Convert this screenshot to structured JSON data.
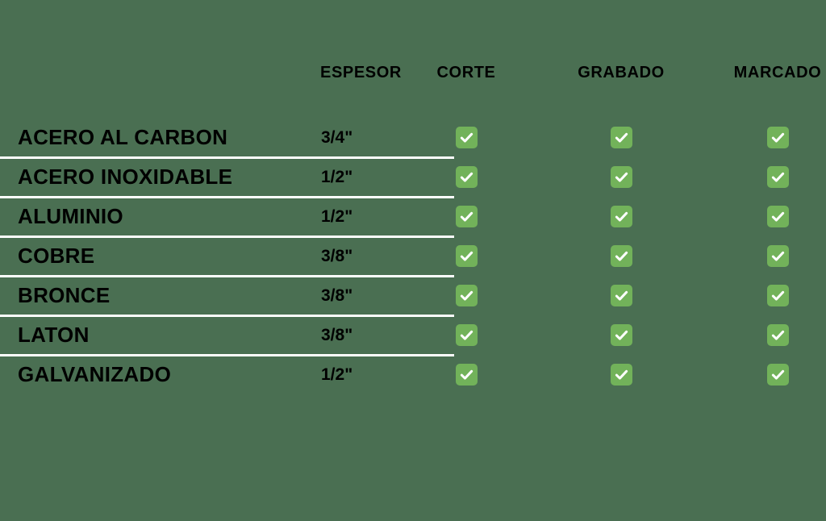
{
  "colors": {
    "background": "#4A6F52",
    "check_background": "#72B25A",
    "check_mark": "#FFFFFF",
    "text": "#000000",
    "divider": "#FFFFFF"
  },
  "chart_data": {
    "type": "table",
    "title": "",
    "columns": [
      "",
      "ESPESOR",
      "CORTE",
      "GRABADO",
      "MARCADO"
    ],
    "headers": {
      "espesor": "ESPESOR",
      "corte": "CORTE",
      "grabado": "GRABADO",
      "marcado": "MARCADO"
    },
    "check_icon": "white-check-on-green-rounded-square",
    "rows": [
      {
        "material": "ACERO AL CARBON",
        "espesor": "3/4\"",
        "corte": true,
        "grabado": true,
        "marcado": true
      },
      {
        "material": "ACERO INOXIDABLE",
        "espesor": "1/2\"",
        "corte": true,
        "grabado": true,
        "marcado": true
      },
      {
        "material": "ALUMINIO",
        "espesor": "1/2\"",
        "corte": true,
        "grabado": true,
        "marcado": true
      },
      {
        "material": "COBRE",
        "espesor": "3/8\"",
        "corte": true,
        "grabado": true,
        "marcado": true
      },
      {
        "material": "BRONCE",
        "espesor": "3/8\"",
        "corte": true,
        "grabado": true,
        "marcado": true
      },
      {
        "material": "LATON",
        "espesor": "3/8\"",
        "corte": true,
        "grabado": true,
        "marcado": true
      },
      {
        "material": "GALVANIZADO",
        "espesor": "1/2\"",
        "corte": true,
        "grabado": true,
        "marcado": true
      }
    ]
  }
}
